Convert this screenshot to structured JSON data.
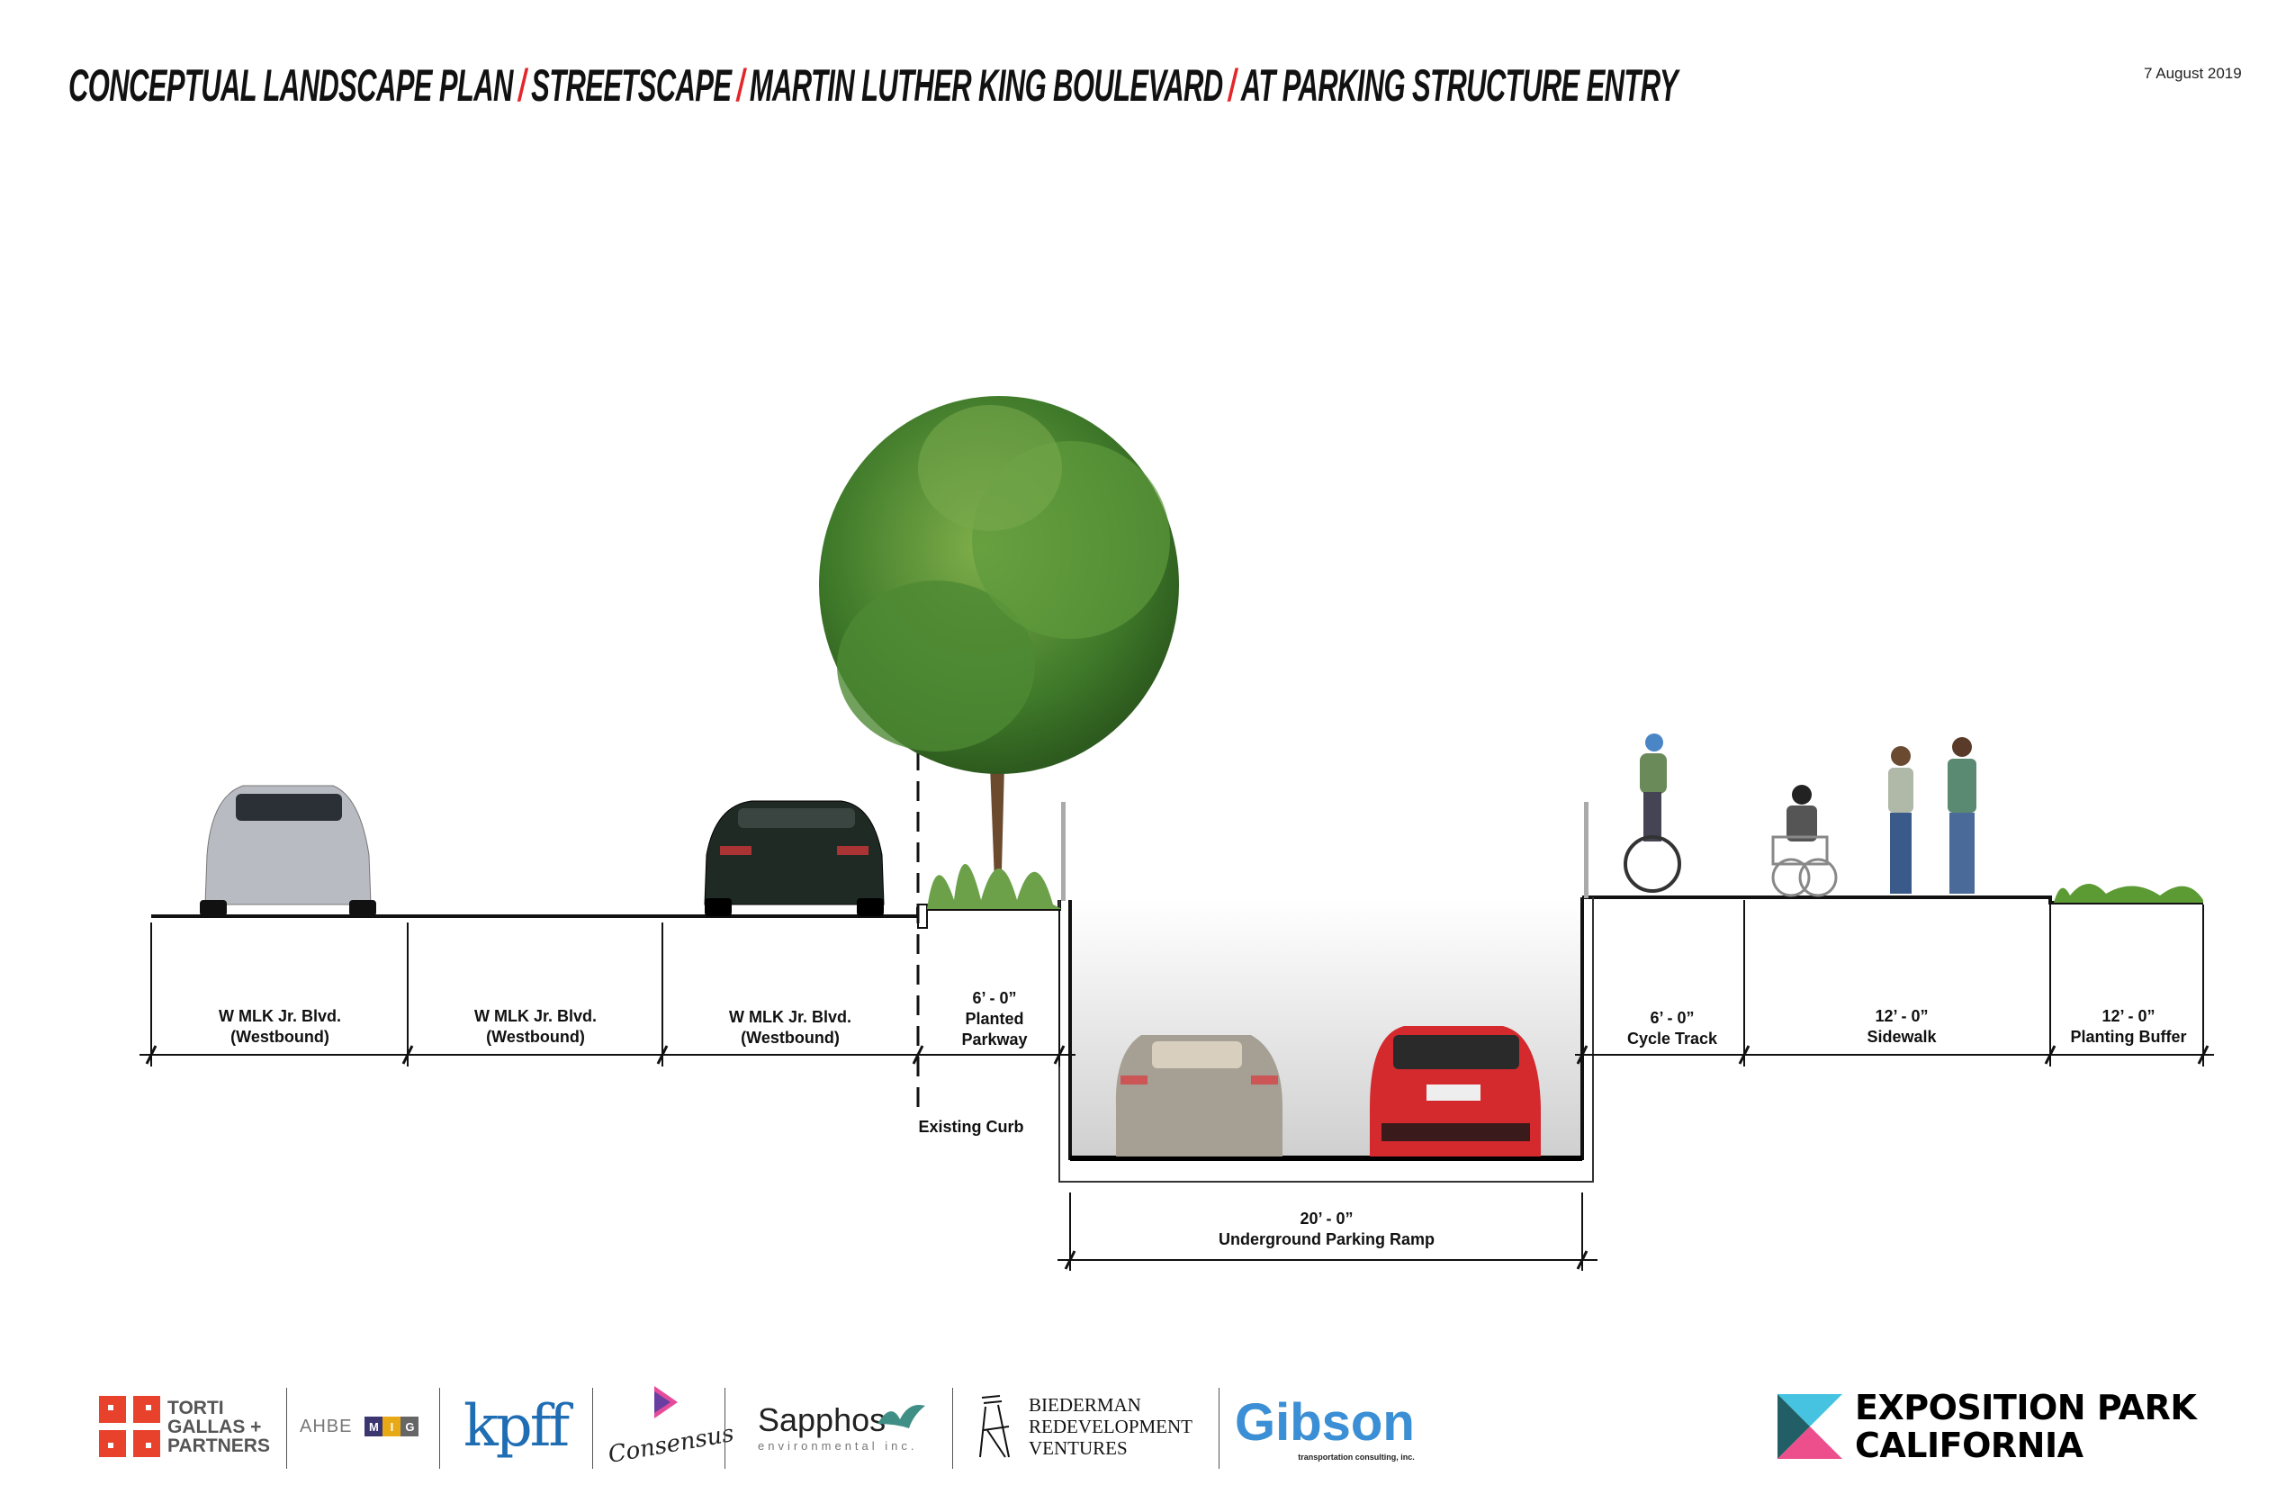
{
  "header": {
    "title_parts": [
      "CONCEPTUAL LANDSCAPE PLAN",
      "STREETSCAPE",
      "MARTIN LUTHER KING BOULEVARD",
      "AT PARKING STRUCTURE ENTRY"
    ],
    "separator": "/",
    "date": "7 August 2019"
  },
  "section": {
    "lanes": [
      {
        "name": "W MLK Jr. Blvd.",
        "sub": "(Westbound)"
      },
      {
        "name": "W MLK Jr. Blvd.",
        "sub": "(Westbound)"
      },
      {
        "name": "W MLK Jr. Blvd.",
        "sub": "(Westbound)"
      }
    ],
    "parkway": {
      "dim": "6’ - 0”",
      "line1": "Planted",
      "line2": "Parkway"
    },
    "existing_curb": "Existing Curb",
    "ramp": {
      "dim": "20’ - 0”",
      "label": "Underground Parking Ramp"
    },
    "cycle_track": {
      "dim": "6’ - 0”",
      "label": "Cycle Track"
    },
    "sidewalk": {
      "dim": "12’ - 0”",
      "label": "Sidewalk"
    },
    "planting_buffer": {
      "dim": "12’ - 0”",
      "label": "Planting Buffer"
    }
  },
  "colors": {
    "accent": "#e3262a",
    "tree": "#3f7a2a",
    "red_car": "#d42a2e",
    "expo_cyan": "#45c3e0",
    "expo_teal": "#215e66",
    "expo_pink": "#ec4f8c"
  },
  "logos": {
    "torti": [
      "TORTI",
      "GALLAS +",
      "PARTNERS"
    ],
    "ahbe": "AHBE",
    "mig": [
      "M",
      "I",
      "G"
    ],
    "kpff": "kpff",
    "consensus": "Consensus",
    "sapphos": "Sapphos",
    "sapphos_sub": "environmental inc.",
    "biederman": [
      "BIEDERMAN",
      "REDEVELOPMENT",
      "VENTURES"
    ],
    "gibson": "Gibson",
    "gibson_sub": "transportation consulting, inc.",
    "expo": [
      "EXPOSITION PARK",
      "CALIFORNIA"
    ]
  }
}
